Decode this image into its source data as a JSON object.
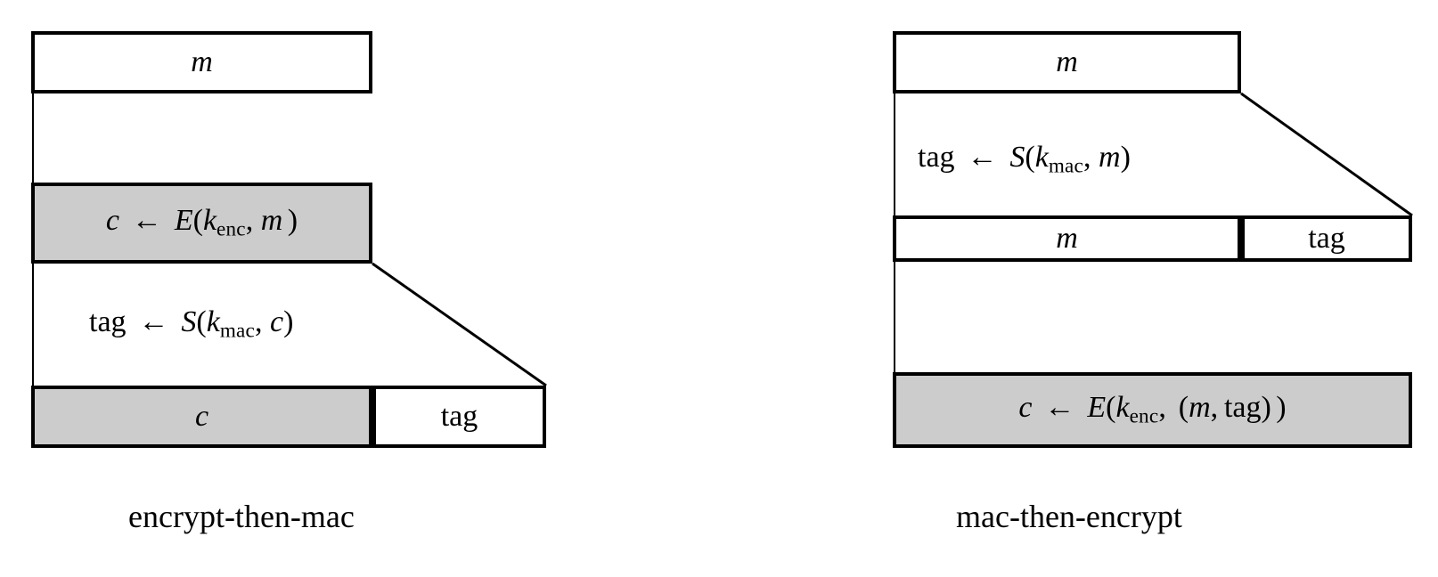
{
  "figure": {
    "title": "",
    "background_color": "#ffffff",
    "line_color": "#000000",
    "shaded_fill": "#cccccc"
  },
  "diagrams": [
    {
      "id": "encrypt-then-mac",
      "caption": "encrypt-then-mac",
      "top_block_label": "m",
      "encrypt_step": {
        "output": "c",
        "arrow": "←",
        "function": "E",
        "key": "k",
        "key_sub": "enc",
        "input": "m",
        "full_text": "c ← E(k_enc, m )",
        "shaded": true
      },
      "mac_step": {
        "output": "tag",
        "arrow": "←",
        "function": "S",
        "key": "k",
        "key_sub": "mac",
        "input": "c",
        "full_text": "tag ← S(k_mac, c)",
        "shaded": false
      },
      "result_row": [
        {
          "label": "c",
          "shaded": true
        },
        {
          "label": "tag",
          "shaded": false
        }
      ]
    },
    {
      "id": "mac-then-encrypt",
      "caption": "mac-then-encrypt",
      "top_block_label": "m",
      "mac_step": {
        "output": "tag",
        "arrow": "←",
        "function": "S",
        "key": "k",
        "key_sub": "mac",
        "input": "m",
        "full_text": "tag ← S(k_mac, m)",
        "shaded": false
      },
      "intermediate_row": [
        {
          "label": "m",
          "shaded": false
        },
        {
          "label": "tag",
          "shaded": false
        }
      ],
      "encrypt_step": {
        "output": "c",
        "arrow": "←",
        "function": "E",
        "key": "k",
        "key_sub": "enc",
        "input": "(m, tag)",
        "full_text": "c ← E(k_enc,  (m, tag) )",
        "shaded": true
      }
    }
  ]
}
